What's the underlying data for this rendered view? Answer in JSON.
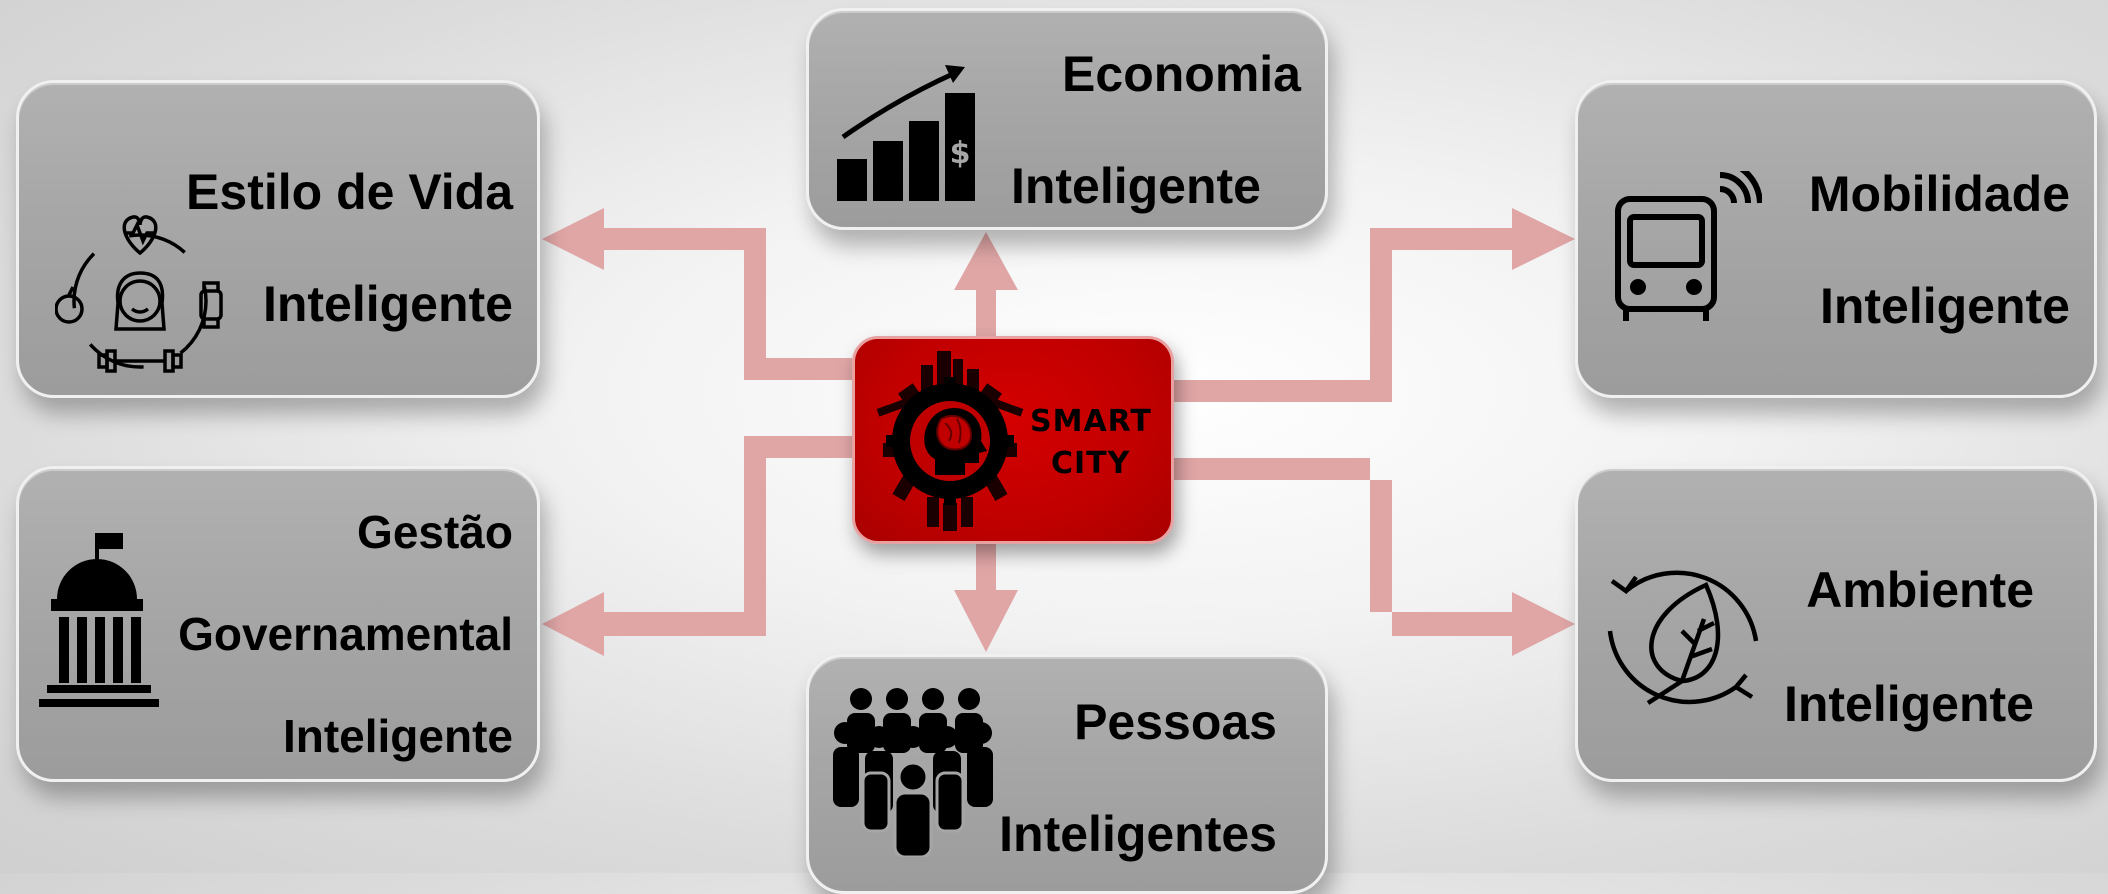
{
  "colors": {
    "arrow": "#e0a6a6",
    "box": "#a6a6a6",
    "center": "#c00000"
  },
  "center": {
    "line1": "SMART",
    "line2": "CITY"
  },
  "boxes": {
    "economia": {
      "line1": "Economia",
      "line2": "Inteligente",
      "icon": "growth-chart-dollar-icon"
    },
    "estilo": {
      "line1": "Estilo de Vida",
      "line2": "Inteligente",
      "icon": "healthy-lifestyle-icon"
    },
    "mobilidade": {
      "line1": "Mobilidade",
      "line2": "Inteligente",
      "icon": "connected-bus-icon"
    },
    "gestao": {
      "line1": "Gestão",
      "line2": "Governamental",
      "line3": "Inteligente",
      "icon": "government-building-icon"
    },
    "pessoas": {
      "line1": "Pessoas",
      "line2": "Inteligentes",
      "icon": "people-crowd-icon"
    },
    "ambiente": {
      "line1": "Ambiente",
      "line2": "Inteligente",
      "icon": "leaf-recycle-icon"
    }
  }
}
